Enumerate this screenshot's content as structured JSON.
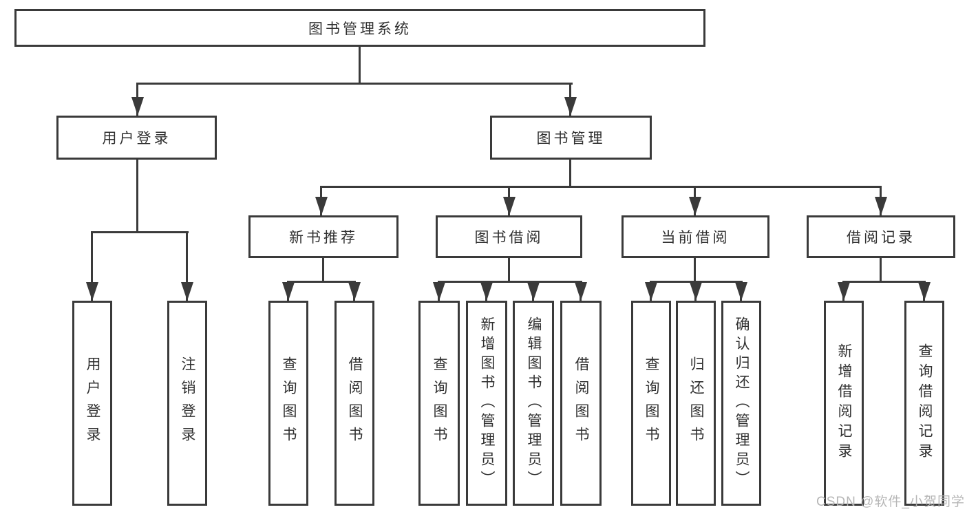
{
  "diagram": {
    "root": {
      "label": "图书管理系统"
    },
    "level2": [
      {
        "label": "用户登录",
        "children": [
          {
            "label": "用户登录"
          },
          {
            "label": "注销登录"
          }
        ]
      },
      {
        "label": "图书管理",
        "sections": [
          {
            "label": "新书推荐",
            "children": [
              {
                "label": "查询图书"
              },
              {
                "label": "借阅图书"
              }
            ]
          },
          {
            "label": "图书借阅",
            "children": [
              {
                "label": "查询图书"
              },
              {
                "label": "新增图书（管理员）"
              },
              {
                "label": "编辑图书（管理员）"
              },
              {
                "label": "借阅图书"
              }
            ]
          },
          {
            "label": "当前借阅",
            "children": [
              {
                "label": "查询图书"
              },
              {
                "label": "归还图书"
              },
              {
                "label": "确认归还（管理员）"
              }
            ]
          },
          {
            "label": "借阅记录",
            "children": [
              {
                "label": "新增借阅记录"
              },
              {
                "label": "查询借阅记录"
              }
            ]
          }
        ]
      }
    ]
  },
  "watermark": {
    "text": "CSDN @软件_小贺同学"
  },
  "colors": {
    "line": "#3a3a3a",
    "text": "#303030",
    "watermark": "#b2b2b2",
    "background": "#ffffff"
  }
}
